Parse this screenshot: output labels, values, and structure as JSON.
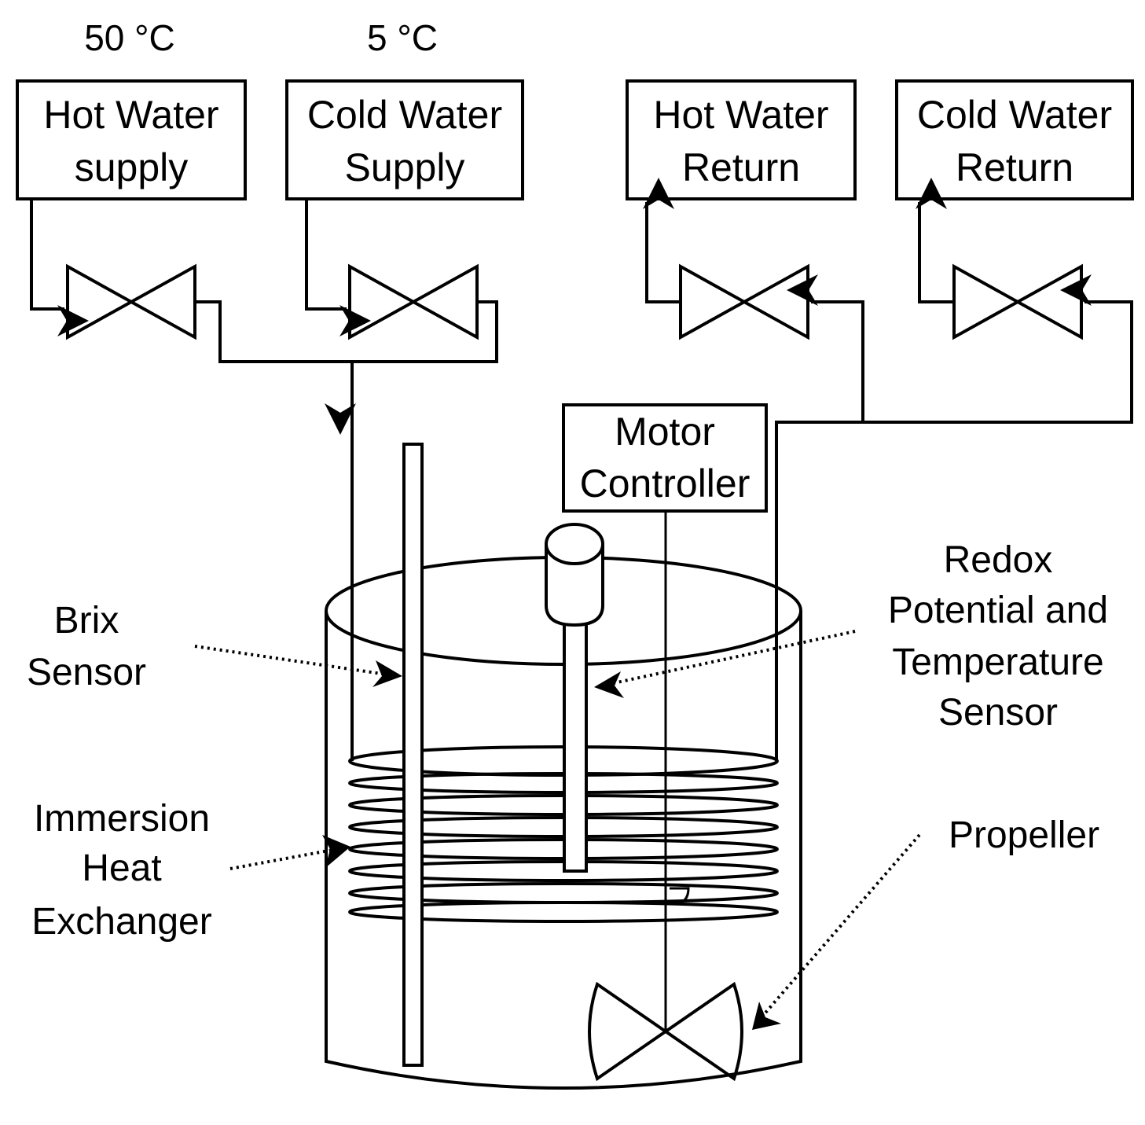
{
  "temperatures": {
    "hot": "50 °C",
    "cold": "5 °C"
  },
  "boxes": {
    "hot_supply": [
      "Hot Water",
      "supply"
    ],
    "cold_supply": [
      "Cold Water",
      "Supply"
    ],
    "hot_return": [
      "Hot Water",
      "Return"
    ],
    "cold_return": [
      "Cold Water",
      "Return"
    ],
    "motor_controller": [
      "Motor",
      "Controller"
    ]
  },
  "labels": {
    "brix": [
      "Brix",
      "Sensor"
    ],
    "redox": [
      "Redox",
      "Potential and",
      "Temperature",
      "Sensor"
    ],
    "immersion": [
      "Immersion",
      "Heat",
      "Exchanger"
    ],
    "propeller": [
      "Propeller"
    ]
  },
  "colors": {
    "stroke": "#000000",
    "background": "#ffffff"
  }
}
